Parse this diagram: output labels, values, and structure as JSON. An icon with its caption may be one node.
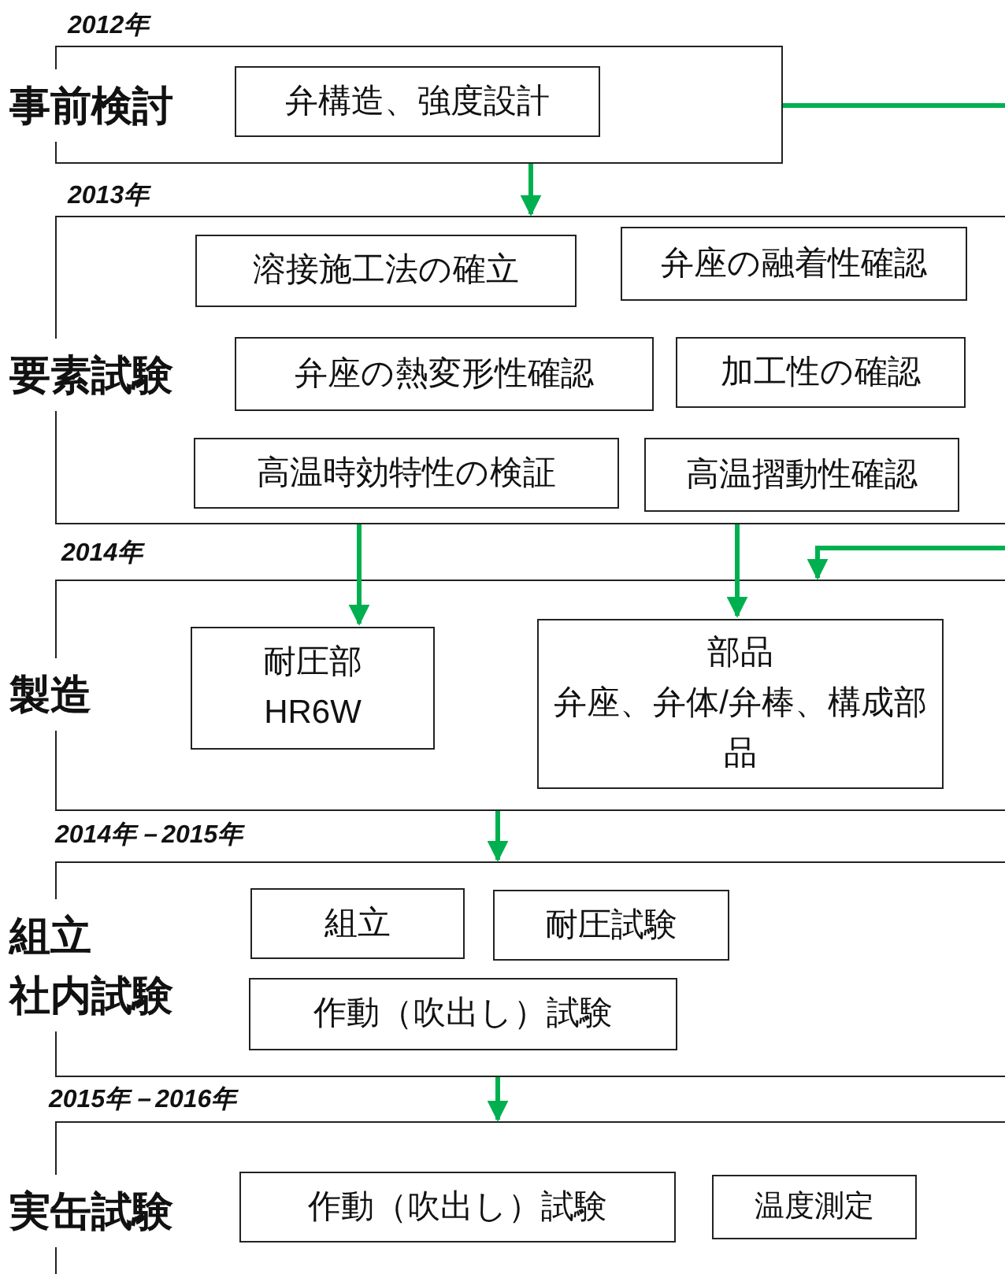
{
  "diagram": {
    "nodes": [
      {
        "text": [
          "2012年",
          "事前検討"
        ]
      },
      {
        "text": [
          "弁構造、強度設計"
        ],
        "in": 0
      },
      {
        "text": [
          "2013年",
          "要素試験"
        ]
      },
      {
        "text": [
          "溶接施工法の確立"
        ],
        "in": 2
      },
      {
        "text": [
          "弁座の融着性確認"
        ],
        "in": 2
      },
      {
        "text": [
          "弁座の熱変形性確認"
        ],
        "in": 2
      },
      {
        "text": [
          "加工性の確認"
        ],
        "in": 2
      },
      {
        "text": [
          "高温時効特性の検証"
        ],
        "in": 2
      },
      {
        "text": [
          "高温摺動性確認"
        ],
        "in": 2
      },
      {
        "text": [
          "2014年",
          "製造"
        ]
      },
      {
        "text": [
          "耐圧部",
          "HR6W"
        ],
        "in": 9
      },
      {
        "text": [
          "部品",
          "弁座、弁体/弁棒、構成部品"
        ],
        "in": 9
      },
      {
        "text": [
          "2014年－2015年",
          "組立",
          "社内試験"
        ]
      },
      {
        "text": [
          "組立"
        ],
        "in": 12
      },
      {
        "text": [
          "耐圧試験"
        ],
        "in": 12
      },
      {
        "text": [
          "作動（吹出し）試験"
        ],
        "in": 12
      },
      {
        "text": [
          "2015年－2016年",
          "実缶試験"
        ]
      },
      {
        "text": [
          "作動（吹出し）試験"
        ],
        "in": 16
      },
      {
        "text": [
          "温度測定"
        ],
        "in": 16
      }
    ],
    "edges": [
      {
        "from": 0,
        "to": 2,
        "arrow": "to"
      },
      {
        "from": 0,
        "to": 9,
        "arrow": "to"
      },
      {
        "from": 2,
        "to": 10,
        "arrow": "to"
      },
      {
        "from": 2,
        "to": 11,
        "arrow": "to"
      },
      {
        "from": 9,
        "to": 12,
        "arrow": "to"
      },
      {
        "from": 12,
        "to": 16,
        "arrow": "to"
      }
    ]
  }
}
